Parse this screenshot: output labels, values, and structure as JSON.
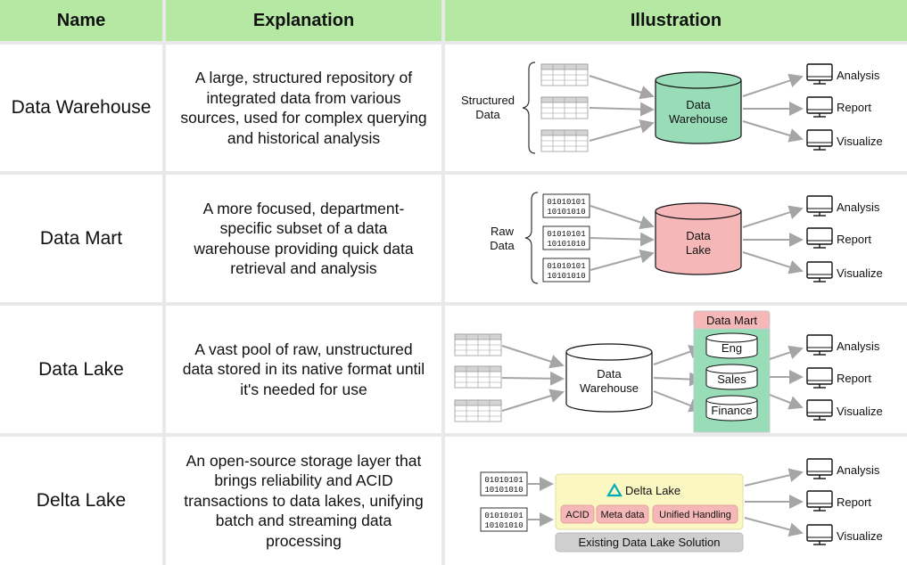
{
  "columns": {
    "name": "Name",
    "explanation": "Explanation",
    "illustration": "Illustration"
  },
  "rows": [
    {
      "name": "Data Warehouse",
      "explanation": [
        "A large, structured repository of",
        "integrated data from various",
        "sources, used for complex querying",
        "and historical analysis"
      ]
    },
    {
      "name": "Data Mart",
      "explanation": [
        "A more focused, department-",
        "specific subset of a data",
        "warehouse providing quick data",
        "retrieval and analysis"
      ]
    },
    {
      "name": "Data Lake",
      "explanation": [
        "A vast pool of raw, unstructured",
        "data stored in its native format until",
        "it's needed for use"
      ]
    },
    {
      "name": "Delta Lake",
      "explanation": [
        "An open-source storage layer that",
        "brings reliability and ACID",
        "transactions to data lakes, unifying",
        "batch and streaming data",
        "processing"
      ]
    }
  ],
  "diagram": {
    "outputs": [
      "Analysis",
      "Report",
      "Visualize"
    ],
    "structured_label": [
      "Structured",
      "Data"
    ],
    "raw_label": [
      "Raw",
      "Data"
    ],
    "binary_line1": "01010101",
    "binary_line2": "10101010",
    "warehouse_label": [
      "Data",
      "Warehouse"
    ],
    "lake_label": [
      "Data",
      "Lake"
    ],
    "mart_title": "Data Mart",
    "mart_items": [
      "Eng",
      "Sales",
      "Finance"
    ],
    "delta_title": "Delta Lake",
    "delta_features": [
      "ACID",
      "Meta data",
      "Unified Handling"
    ],
    "delta_base": "Existing Data Lake Solution",
    "colors": {
      "header": "#b5e8a3",
      "warehouse": "#98dcb8",
      "lake": "#f5b7b7",
      "mart_panel": "#98dcb8",
      "mart_title": "#f5b7b7",
      "delta_panel": "#fbf7c3",
      "delta_logo": "#00a9b5",
      "feature_pill": "#f5b7b7",
      "base_bar": "#cfcfcf"
    }
  }
}
